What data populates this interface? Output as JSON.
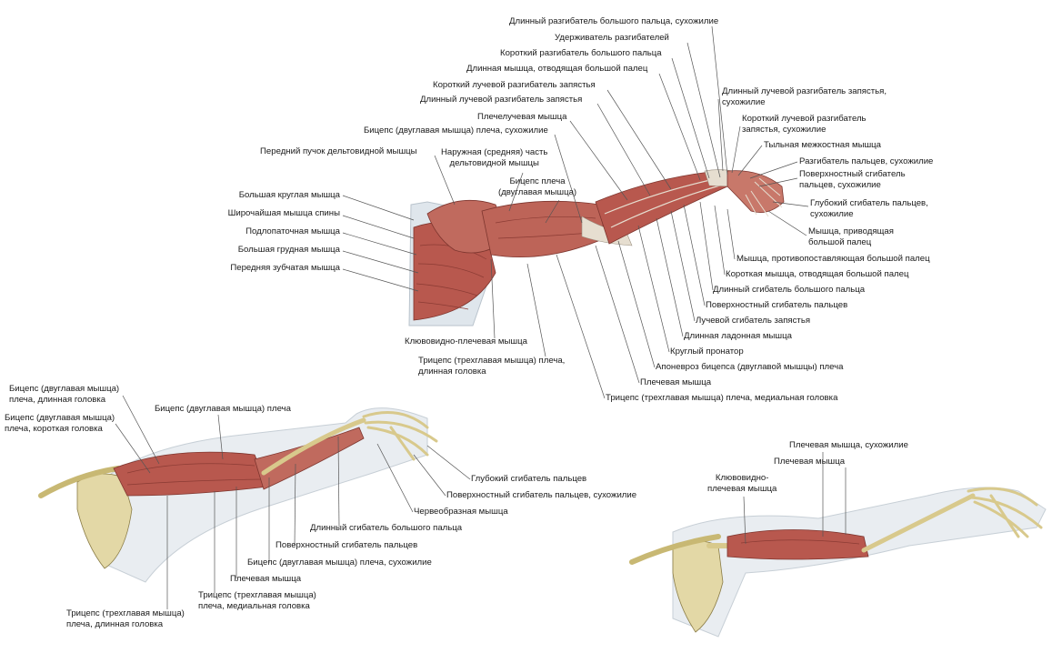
{
  "colors": {
    "muscle": "#b8584e",
    "muscle_light": "#d08a7c",
    "tendon": "#e6ded0",
    "bone": "#e3d8a6",
    "skin": "#e9edf1",
    "leader": "#555555"
  },
  "top": {
    "right_top": [
      "Длинный разгибатель большого пальца, сухожилие",
      "Удерживатель разгибателей",
      "Короткий разгибатель большого пальца",
      "Длинная мышца, отводящая большой палец",
      "Короткий лучевой разгибатель запястья",
      "Длинный лучевой разгибатель запястья",
      "Плечелучевая мышца",
      "Бицепс (двуглавая мышца) плеча, сухожилие",
      "Передний пучок дельтовидной мышцы"
    ],
    "middle_lateral_deltoid": [
      "Наружная (средняя) часть",
      "дельтовидной мышцы"
    ],
    "middle_biceps": [
      "Бицепс плеча",
      "(двуглавая мышца)"
    ],
    "left": [
      "Большая круглая мышца",
      "Широчайшая мышца спины",
      "Подлопаточная мышца",
      "Большая грудная мышца",
      "Передняя зубчатая мышца"
    ],
    "right_side": [
      [
        "Длинный лучевой разгибатель запястья,",
        "сухожилие"
      ],
      [
        "Короткий лучевой разгибатель",
        "запястья, сухожилие"
      ],
      [
        "Тыльная межкостная мышца"
      ],
      [
        "Разгибатель пальцев, сухожилие"
      ],
      [
        "Поверхностный сгибатель",
        "пальцев, сухожилие"
      ],
      [
        "Глубокий сгибатель пальцев,",
        "сухожилие"
      ],
      [
        "Мышца, приводящая",
        "большой палец"
      ]
    ],
    "bottom_right": [
      "Мышца, противопоставляющая большой палец",
      "Короткая мышца, отводящая большой палец",
      "Длинный сгибатель большого пальца",
      "Поверхностный сгибатель пальцев",
      "Лучевой сгибатель запястья",
      "Длинная ладонная мышца",
      "Круглый пронатор",
      "Апоневроз бицепса (двуглавой мышцы) плеча",
      "Плечевая мышца",
      "Трицепс (трехглавая мышца) плеча, медиальная головка"
    ],
    "coracobrachialis": "Клювовидно-плечевая мышца",
    "triceps_long": [
      "Трицепс (трехглавая мышца) плеча,",
      "длинная головка"
    ]
  },
  "bottom_left": {
    "biceps_long": [
      "Бицепс (двуглавая мышца)",
      "плеча, длинная головка"
    ],
    "biceps_short": [
      "Бицепс (двуглавая мышца)",
      "плеча, короткая головка"
    ],
    "biceps": "Бицепс (двуглавая мышца) плеча",
    "right": [
      "Глубокий сгибатель пальцев",
      "Поверхностный сгибатель пальцев, сухожилие",
      "Червеобразная мышца",
      "Длинный сгибатель большого пальца",
      "Поверхностный сгибатель пальцев",
      "Бицепс (двуглавая мышца) плеча, сухожилие",
      "Плечевая мышца"
    ],
    "triceps_medial": [
      "Трицепс (трехглавая мышца)",
      "плеча, медиальная головка"
    ],
    "triceps_long": [
      "Трицепс (трехглавая мышца)",
      "плеча, длинная головка"
    ]
  },
  "bottom_right": {
    "brachialis_tendon": "Плечевая мышца, сухожилие",
    "brachialis": "Плечевая мышца",
    "coracobrachialis": [
      "Клювовидно-",
      "плечевая мышца"
    ]
  }
}
